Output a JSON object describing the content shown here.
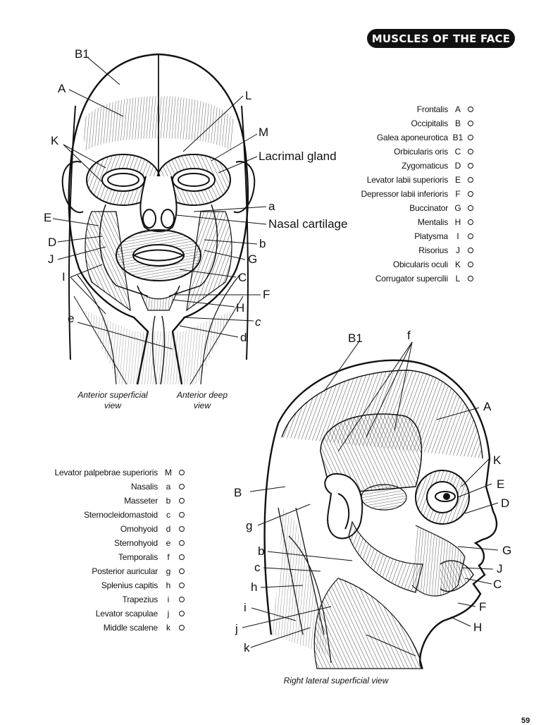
{
  "page": {
    "title": "MUSCLES OF THE FACE",
    "page_number": "59"
  },
  "legend_right": [
    {
      "name": "Frontalis",
      "code": "A"
    },
    {
      "name": "Occipitalis",
      "code": "B"
    },
    {
      "name": "Galea aponeurotica",
      "code": "B1"
    },
    {
      "name": "Orbicularis oris",
      "code": "C"
    },
    {
      "name": "Zygomaticus",
      "code": "D"
    },
    {
      "name": "Levator labii superioris",
      "code": "E"
    },
    {
      "name": "Depressor labii inferioris",
      "code": "F"
    },
    {
      "name": "Buccinator",
      "code": "G"
    },
    {
      "name": "Mentalis",
      "code": "H"
    },
    {
      "name": "Platysma",
      "code": "I"
    },
    {
      "name": "Risorius",
      "code": "J"
    },
    {
      "name": "Obicularis oculi",
      "code": "K"
    },
    {
      "name": "Corrugator supercilii",
      "code": "L"
    }
  ],
  "legend_left": [
    {
      "name": "Levator palpebrae superioris",
      "code": "M"
    },
    {
      "name": "Nasalis",
      "code": "a"
    },
    {
      "name": "Masseter",
      "code": "b"
    },
    {
      "name": "Sternocleidomastoid",
      "code": "c"
    },
    {
      "name": "Omohyoid",
      "code": "d"
    },
    {
      "name": "Sternohyoid",
      "code": "e"
    },
    {
      "name": "Temporalis",
      "code": "f"
    },
    {
      "name": "Posterior auricular",
      "code": "g"
    },
    {
      "name": "Splenius capitis",
      "code": "h"
    },
    {
      "name": "Trapezius",
      "code": "i"
    },
    {
      "name": "Levator scapulae",
      "code": "j"
    },
    {
      "name": "Middle scalene",
      "code": "k"
    }
  ],
  "front_view": {
    "caption_left": "Anterior superficial view",
    "caption_right": "Anterior deep view",
    "labels": {
      "B1": "B1",
      "A": "A",
      "K": "K",
      "E": "E",
      "D": "D",
      "J": "J",
      "I": "I",
      "e": "e",
      "L": "L",
      "M": "M",
      "lacrimal": "Lacrimal gland",
      "a": "a",
      "nasal": "Nasal cartilage",
      "b": "b",
      "G": "G",
      "C": "C",
      "F": "F",
      "H": "H",
      "c": "c",
      "d": "d"
    }
  },
  "side_view": {
    "caption": "Right lateral superficial view",
    "labels": {
      "B1": "B1",
      "f": "f",
      "A": "A",
      "K": "K",
      "E": "E",
      "D": "D",
      "B": "B",
      "g": "g",
      "G": "G",
      "b": "b",
      "J": "J",
      "c": "c",
      "C": "C",
      "h": "h",
      "F": "F",
      "i": "i",
      "H": "H",
      "j": "j",
      "k": "k",
      "I": "I"
    }
  }
}
